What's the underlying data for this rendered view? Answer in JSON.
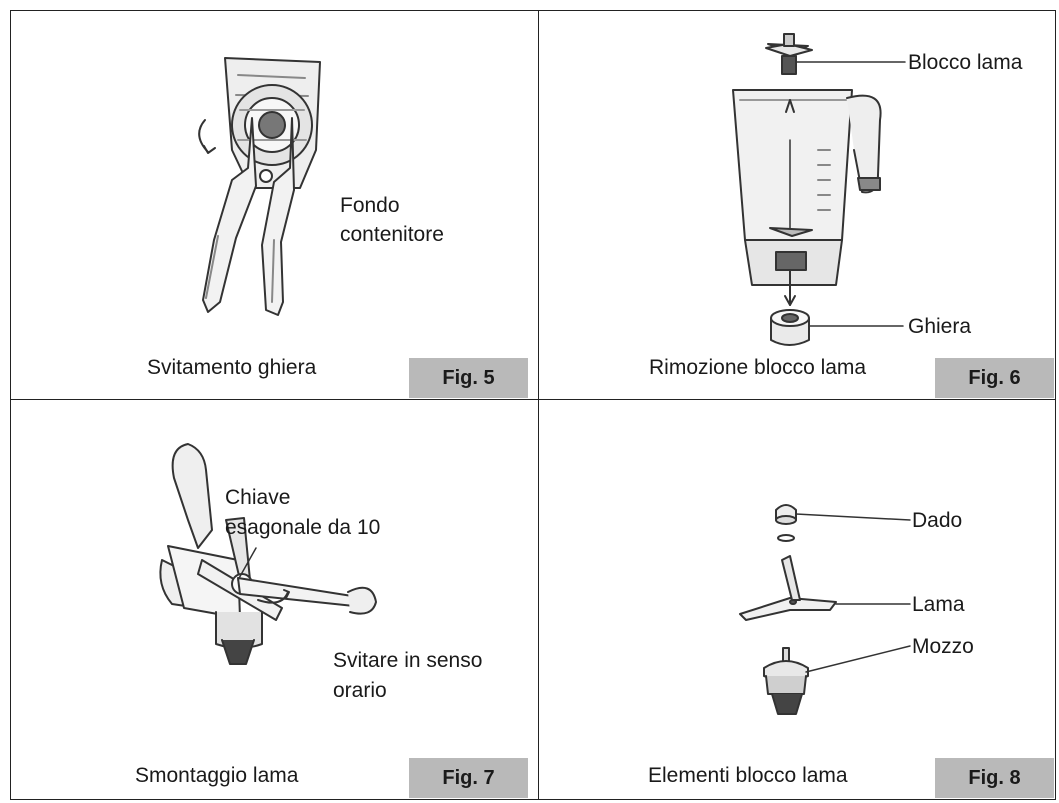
{
  "panels": [
    {
      "caption": "Svitamento ghiera",
      "fig": "Fig. 5",
      "labels": [
        "Fondo",
        "contenitore"
      ]
    },
    {
      "caption": "Rimozione blocco lama",
      "fig": "Fig. 6",
      "labels": [
        "Blocco lama",
        "Ghiera"
      ]
    },
    {
      "caption": "Smontaggio lama",
      "fig": "Fig. 7",
      "labels": [
        "Chiave",
        "esagonale da 10",
        "Svitare in senso",
        "orario"
      ]
    },
    {
      "caption": "Elementi blocco lama",
      "fig": "Fig. 8",
      "labels": [
        "Dado",
        "Lama",
        "Mozzo"
      ]
    }
  ]
}
